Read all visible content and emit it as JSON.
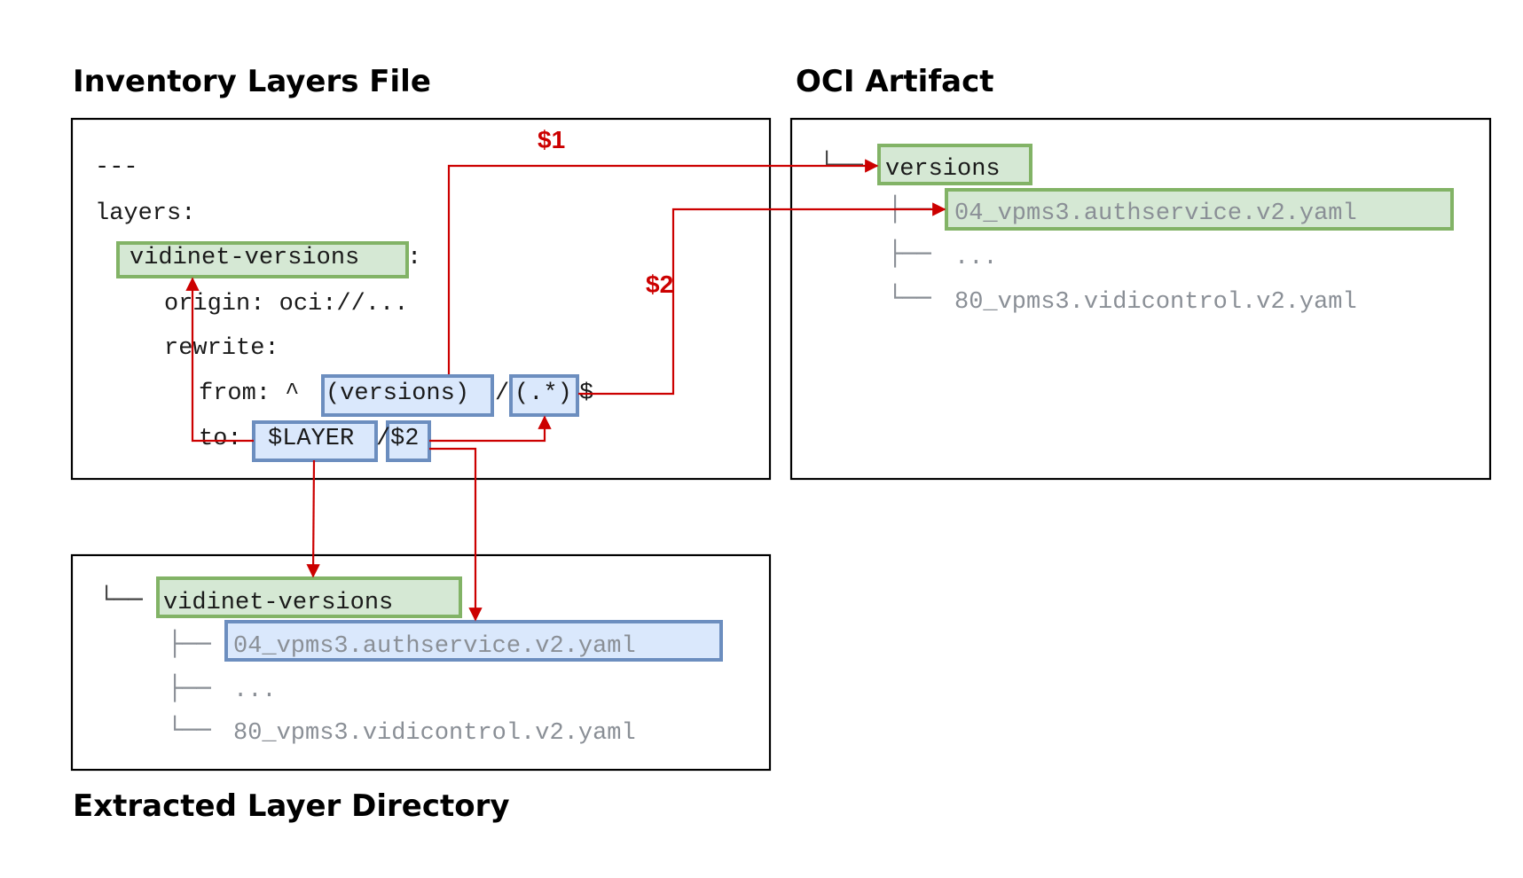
{
  "titles": {
    "inventory": "Inventory Layers File",
    "oci": "OCI Artifact",
    "extracted": "Extracted Layer Directory"
  },
  "inventory_file": {
    "line1": "---",
    "line2": "layers:",
    "layer_name": "vidinet-versions",
    "colon": ":",
    "origin": "origin: oci://...",
    "rewrite": "rewrite:",
    "from_prefix": "from: ^",
    "from_group1": "(versions)",
    "from_slash": "/",
    "from_group2": "(.*)",
    "from_suffix": "$",
    "to_prefix": "to: ",
    "to_layer": "$LAYER",
    "to_slash": "/",
    "to_ref": "$2"
  },
  "oci_artifact": {
    "root_branch": "└──",
    "root": "versions",
    "item1_branch": "├──",
    "item1": "04_vpms3.authservice.v2.yaml",
    "item2_branch": "├──",
    "item2": "...",
    "item3_branch": "└──",
    "item3": "80_vpms3.vidicontrol.v2.yaml"
  },
  "extracted_dir": {
    "root_branch": "└──",
    "root": "vidinet-versions",
    "item1_branch": "├──",
    "item1": "04_vpms3.authservice.v2.yaml",
    "item2_branch": "├──",
    "item2": "...",
    "item3_branch": "└──",
    "item3": "80_vpms3.vidicontrol.v2.yaml"
  },
  "labels": {
    "group1": "$1",
    "group2": "$2"
  },
  "colors": {
    "arrow": "#cc0000",
    "green_fill": "#d5e8d4",
    "green_stroke": "#82b366",
    "blue_fill": "#dae8fc",
    "blue_stroke": "#6c8ebf"
  }
}
